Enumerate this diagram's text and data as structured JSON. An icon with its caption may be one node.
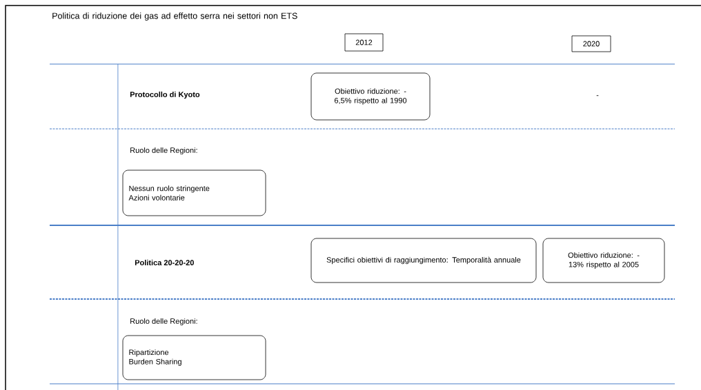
{
  "diagram": {
    "title": "Politica di riduzione dei gas ad effetto serra nei settori non ETS",
    "nodes": [
      {
        "text": [
          "2012"
        ]
      },
      {
        "text": [
          "2020"
        ]
      },
      {
        "text": [
          "Obiettivo riduzione: - 6,5% rispetto al 1990"
        ]
      },
      {
        "text": [
          "Nessun ruolo stringente",
          "Azioni volontarie"
        ]
      },
      {
        "text": [
          "Specifici obiettivi di raggiungimento: Temporalità annuale"
        ]
      },
      {
        "text": [
          "Obiettivo riduzione: - 13% rispetto al 2005"
        ]
      },
      {
        "text": [
          "Ripartizione",
          "Burden Sharing"
        ]
      }
    ],
    "labels": [
      "Protocollo di Kyoto",
      "-",
      "Ruolo delle Regioni:",
      "Politica 20-20-20",
      "Ruolo delle Regioni:"
    ]
  }
}
